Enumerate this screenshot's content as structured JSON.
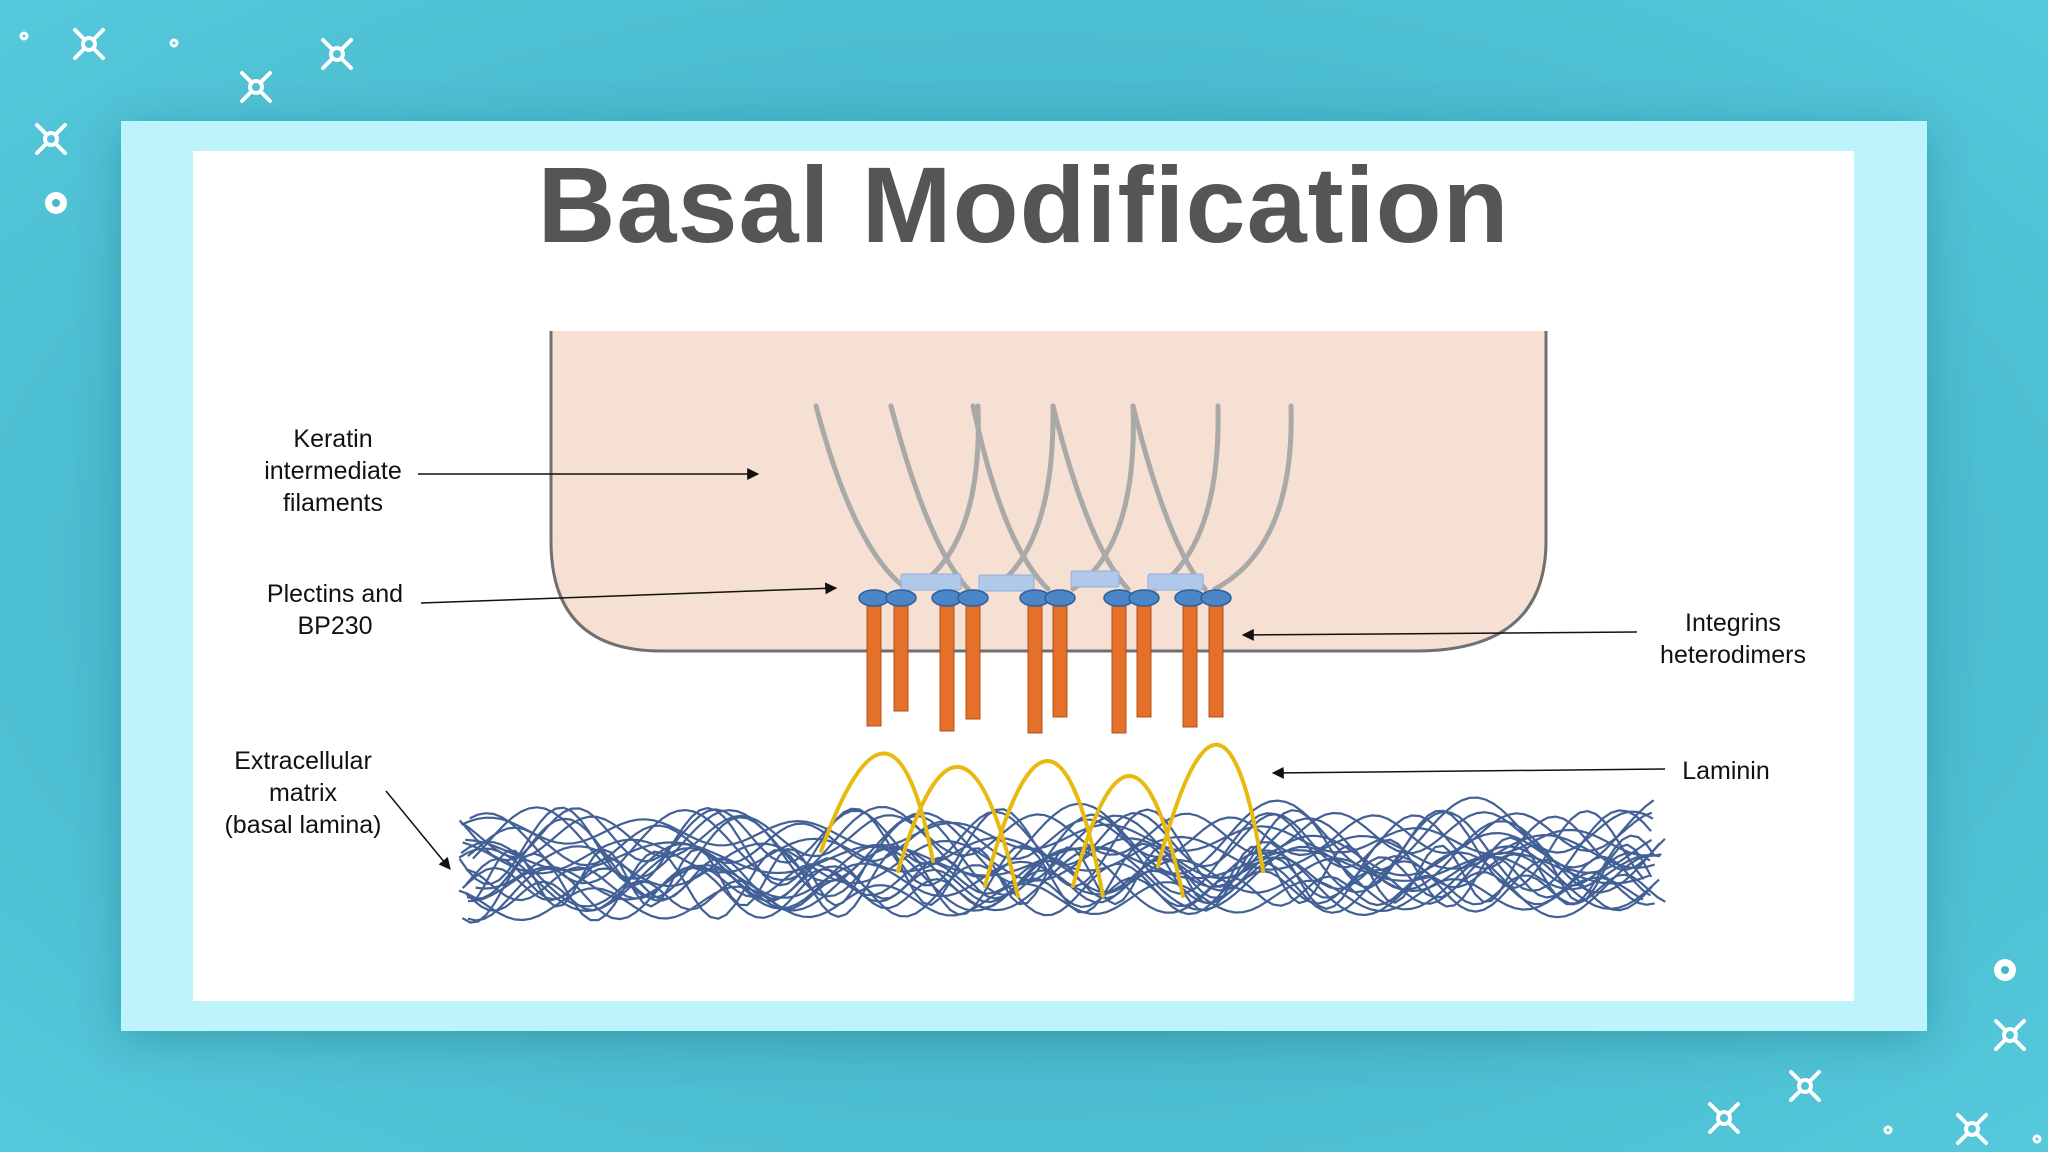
{
  "title": "Basal Modification",
  "labels": {
    "keratin": "Keratin\nintermediate\nfilaments",
    "plectins": "Plectins and\nBP230",
    "ecm": "Extracellular\nmatrix\n(basal lamina)",
    "integrins": "Integrins\nheterodimers",
    "laminin": "Laminin"
  },
  "colors": {
    "background": "#45b6c9",
    "frame": "#bdf3fb",
    "cell": "#f6dfd3",
    "cell_border": "#707070",
    "keratin": "#a9a9a9",
    "plectin": "#b0c8ea",
    "integrin_head": "#4a86c8",
    "integrin_leg": "#e5702a",
    "laminin": "#e8b90f",
    "matrix": "#2e4f8a"
  },
  "icons": [
    "sparkle-icon",
    "dot-icon"
  ]
}
